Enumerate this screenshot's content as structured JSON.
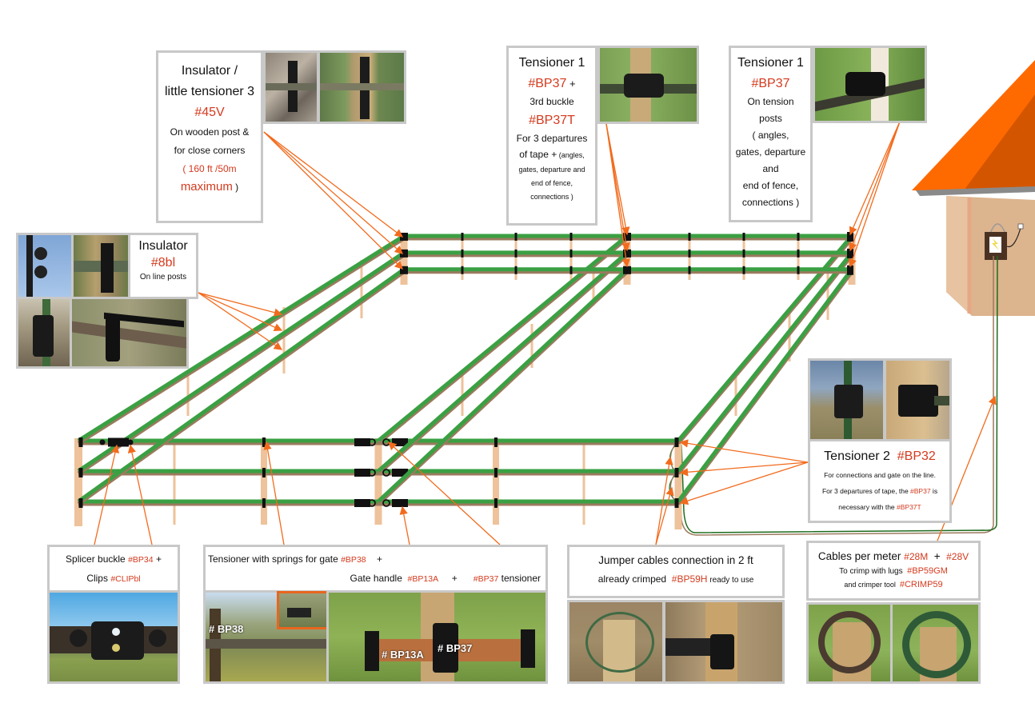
{
  "callouts": {
    "insulator_45v": {
      "title_line1": "Insulator /",
      "title_line2": "little tensioner 3",
      "code": "#45V",
      "desc_line1": "On wooden post &",
      "desc_line2": "for close corners",
      "limit": "( 160 ft /50m",
      "limit2": "maximum",
      "limit_close": " )"
    },
    "tensioner1_bp37_bp37t": {
      "title": "Tensioner 1",
      "code1": "#BP37",
      "plus": " +",
      "sub": "3rd buckle",
      "code2": "#BP37T",
      "desc_line1": "For 3 departures",
      "desc_line2": "of tape +",
      "desc_paren": " (angles,",
      "desc_line3": "gates,  departure and",
      "desc_line4": "end of fence,",
      "desc_line5": "connections )"
    },
    "tensioner1_bp37": {
      "title": "Tensioner 1",
      "code": "#BP37",
      "desc_line1": "On tension",
      "desc_line2": "posts",
      "desc_line3": "( angles,",
      "desc_line4": "gates,  departure",
      "desc_line5": "and",
      "desc_line6": "end of fence,",
      "desc_line7": "connections )"
    },
    "insulator_8bl": {
      "title": "Insulator",
      "code": "#8bl",
      "desc": "On line posts"
    },
    "tensioner2_bp32": {
      "title": "Tensioner 2",
      "code": "#BP32",
      "desc_line1": "For connections and gate on the line.",
      "desc_line2_a": "For 3 departures of tape,  the ",
      "desc_line2_code": "#BP37",
      "desc_line2_b": " is",
      "desc_line3_a": "necessary with the ",
      "desc_line3_code": "#BP37T"
    },
    "splicer": {
      "line1": "Splicer buckle ",
      "code1": "#BP34",
      "plus": " +",
      "line2": "Clips ",
      "code2": "#CLIPbl"
    },
    "gate": {
      "line1": "Tensioner with springs for gate ",
      "code1": "#BP38",
      "plus1": "    +",
      "line2": "Gate handle  ",
      "code2": "#BP13A",
      "plus2": "     +      ",
      "code3": "#BP37",
      "line2_end": " tensioner",
      "photo_labels": [
        "# BP38",
        "# BP13A",
        "# BP37"
      ]
    },
    "jumper": {
      "line1": "Jumper cables connection in 2 ft",
      "line2": "already crimped  ",
      "code": "#BP59H",
      "line2_end": " ready to use"
    },
    "cables": {
      "line1": "Cables per meter ",
      "code1": "#28M",
      "plus": "  +  ",
      "code2": "#28V",
      "line2": "To crimp with lugs  ",
      "code3": "#BP59GM",
      "line3": "and crimper tool  ",
      "code4": "#CRIMP59"
    }
  },
  "colors": {
    "tape_green": "#3aa043",
    "tape_brown": "#9c7a5e",
    "post": "#eec29a",
    "arrow": "#f26b1d",
    "roof": "#ff6a00",
    "roof_dark": "#d45500",
    "wall": "#dcb48e",
    "code_red": "#d43a1e"
  },
  "icons": {
    "energizer": "energizer-box-icon",
    "house": "house-icon"
  }
}
